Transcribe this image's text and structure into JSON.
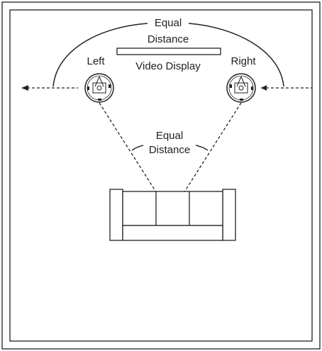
{
  "labels": {
    "top_equal": "Equal",
    "top_distance": "Distance",
    "video_display": "Video Display",
    "left": "Left",
    "right": "Right",
    "mid_equal": "Equal",
    "mid_distance": "Distance"
  },
  "colors": {
    "stroke": "#222222",
    "background": "#ffffff"
  },
  "icons": {
    "left_speaker": "speaker-icon",
    "right_speaker": "speaker-icon",
    "sofa": "sofa-icon"
  }
}
